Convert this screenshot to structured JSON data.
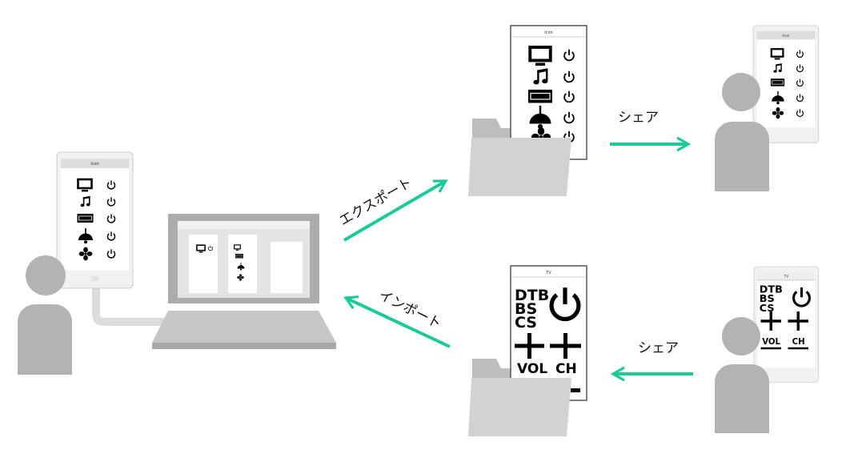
{
  "labels": {
    "export": "エクスポート",
    "import": "インポート",
    "share_top": "シェア",
    "share_bottom": "シェア"
  },
  "icon_remote": {
    "title": "Icon",
    "items": [
      "monitor-icon",
      "music-note-icon",
      "air-conditioner-icon",
      "ceiling-lamp-icon",
      "fan-icon"
    ]
  },
  "tv_remote": {
    "title": "TV",
    "inputs": [
      "DTB",
      "BS",
      "CS"
    ],
    "vol": "VOL",
    "ch": "CH"
  },
  "colors": {
    "arrow": "#1bc99a",
    "person": "#b3b3b3",
    "folder_front": "#d2d2d2",
    "folder_back": "#bdbdbd"
  }
}
